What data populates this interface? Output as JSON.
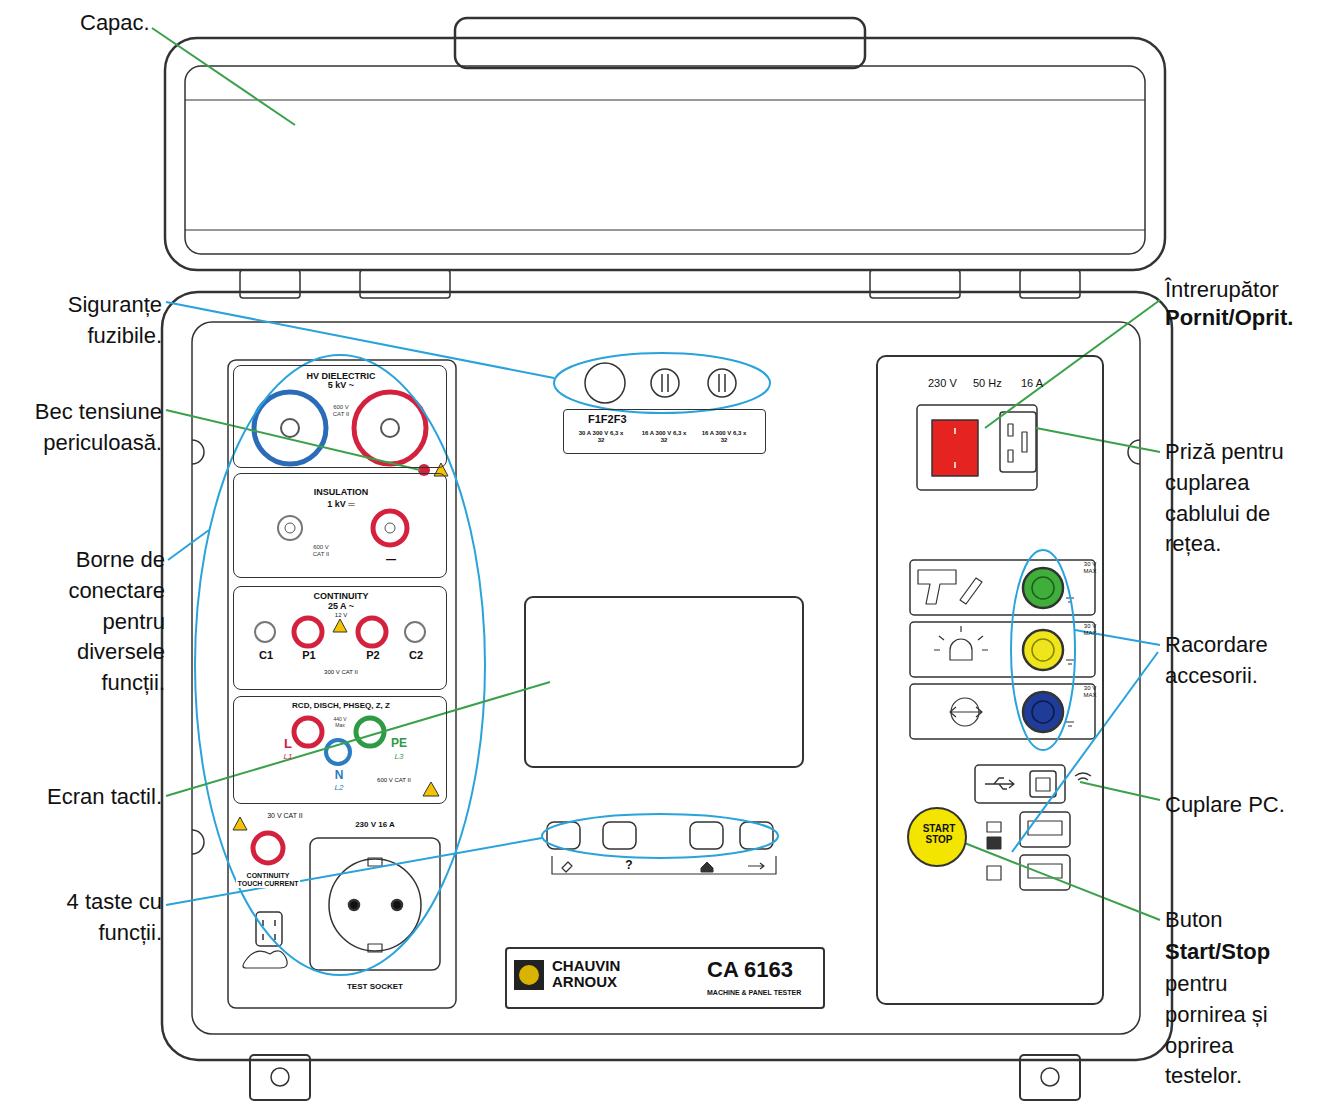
{
  "diagram": {
    "nodes": [
      {
        "text": [
          "HV DIELECTRIC",
          "5 kV ~",
          "600 V CAT II"
        ]
      },
      {
        "text": [
          "INSULATION",
          "1 kV ═",
          "600 V CAT II",
          "—"
        ]
      },
      {
        "text": [
          "CONTINUITY",
          "25 A ~",
          "12 V",
          "C1",
          "P1",
          "P2",
          "C2",
          "300 V CAT II"
        ]
      },
      {
        "text": [
          "RCD, DISCH, PHSEQ, Z, Z",
          "440 V Max",
          "L",
          "L1",
          "N",
          "L2",
          "PE",
          "L3",
          "600 V CAT II"
        ]
      },
      {
        "text": [
          "F1F2F3",
          "30 A 300 V 6,3 x 32",
          "16 A 300 V 6,3 x 32",
          "16 A 300 V 6,3 x 32"
        ]
      },
      {
        "text": [
          "CHAUVIN ARNOUX",
          "CA 6163",
          "MACHINE & PANEL TESTER"
        ]
      },
      {
        "text": [
          "230 V",
          "50 Hz",
          "16 A",
          "30 V MAX",
          "30 V MAX",
          "30 V MAX"
        ]
      },
      {
        "text": [
          "START STOP"
        ],
        "in": 6
      }
    ],
    "labels": [
      "Capac.",
      "Siguranțe fuzibile.",
      "Bec tensiune periculoasă.",
      "Borne de conectare pentru diversele funcții.",
      "Ecran tactil.",
      "4 taste cu funcții.",
      "Întrerupător",
      "Pornit/Oprit.",
      "Priză pentru cuplarea cablului de rețea.",
      "Racordare accesorii.",
      "Cuplare PC.",
      "Buton",
      "Start/Stop",
      "pentru pornirea și oprirea testelor.",
      "30 V CAT II",
      "CONTINUITY TOUCH CURRENT",
      "230 V 16 A",
      "TEST SOCKET",
      "?"
    ]
  }
}
